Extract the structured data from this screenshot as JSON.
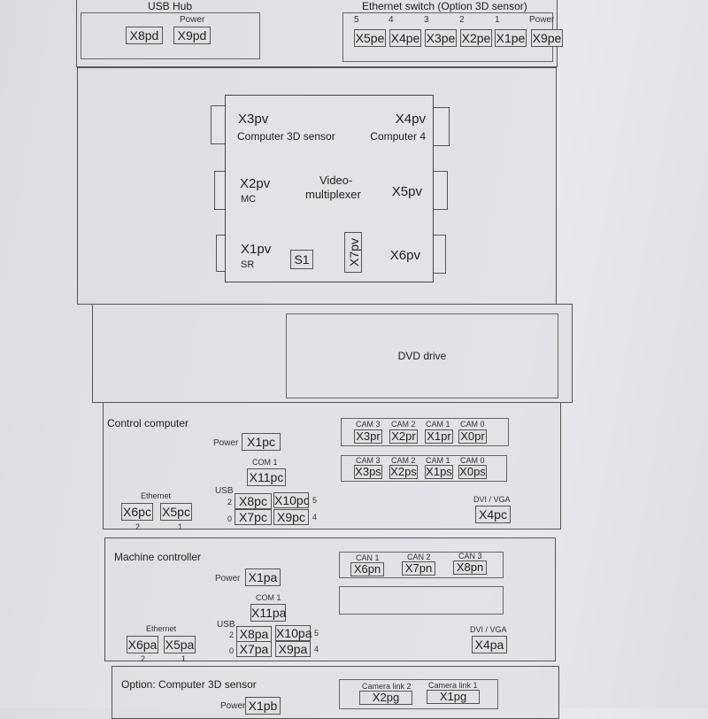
{
  "usb_hub": {
    "title": "USB Hub",
    "power_label": "Power",
    "connectors": [
      "X8pd",
      "X9pd"
    ]
  },
  "ethernet_switch": {
    "title": "Ethernet switch (Option 3D sensor)",
    "ports": [
      {
        "label": "5",
        "id": "X5pe"
      },
      {
        "label": "4",
        "id": "X4pe"
      },
      {
        "label": "3",
        "id": "X3pe"
      },
      {
        "label": "2",
        "id": "X2pe"
      },
      {
        "label": "1",
        "id": "X1pe"
      },
      {
        "label": "Power",
        "id": "X9pe"
      }
    ]
  },
  "video_multiplexer": {
    "title_line1": "Video-",
    "title_line2": "multiplexer",
    "x3": {
      "id": "X3pv",
      "desc": "Computer 3D sensor"
    },
    "x4": {
      "id": "X4pv",
      "desc": "Computer 4"
    },
    "x2": {
      "id": "X2pv",
      "desc": "MC"
    },
    "x5": {
      "id": "X5pv"
    },
    "x1": {
      "id": "X1pv",
      "desc": "SR"
    },
    "x6": {
      "id": "X6pv"
    },
    "s1": "S1",
    "x7": "X7pv"
  },
  "dvd": {
    "label": "DVD drive"
  },
  "control_computer": {
    "title": "Control computer",
    "power_label": "Power",
    "power": "X1pc",
    "com_label": "COM 1",
    "com": "X11pc",
    "usb_label": "USB",
    "usb": [
      {
        "num": "2",
        "id": "X8pc"
      },
      {
        "num": "5",
        "id": "X10pc"
      },
      {
        "num": "0",
        "id": "X7pc"
      },
      {
        "num": "4",
        "id": "X9pc"
      }
    ],
    "ethernet_label": "Ethernet",
    "ethernet": [
      {
        "id": "X6pc",
        "num": "2"
      },
      {
        "id": "X5pc",
        "num": "1"
      }
    ],
    "cam_row_r": [
      {
        "label": "CAM 3",
        "id": "X3pr"
      },
      {
        "label": "CAM 2",
        "id": "X2pr"
      },
      {
        "label": "CAM 1",
        "id": "X1pr"
      },
      {
        "label": "CAM 0",
        "id": "X0pr"
      }
    ],
    "cam_row_s": [
      {
        "label": "CAM 3",
        "id": "X3ps"
      },
      {
        "label": "CAM 2",
        "id": "X2ps"
      },
      {
        "label": "CAM 1",
        "id": "X1ps"
      },
      {
        "label": "CAM 0",
        "id": "X0ps"
      }
    ],
    "dvi_label": "DVI / VGA",
    "dvi": "X4pc"
  },
  "machine_controller": {
    "title": "Machine controller",
    "power_label": "Power",
    "power": "X1pa",
    "com_label": "COM 1",
    "com": "X11pa",
    "usb_label": "USB",
    "usb": [
      {
        "num": "2",
        "id": "X8pa"
      },
      {
        "num": "5",
        "id": "X10pa"
      },
      {
        "num": "0",
        "id": "X7pa"
      },
      {
        "num": "4",
        "id": "X9pa"
      }
    ],
    "ethernet_label": "Ethernet",
    "ethernet": [
      {
        "id": "X6pa",
        "num": "2"
      },
      {
        "id": "X5pa",
        "num": "1"
      }
    ],
    "can": [
      {
        "label": "CAN 1",
        "id": "X6pn"
      },
      {
        "label": "CAN 2",
        "id": "X7pn"
      },
      {
        "label": "CAN 3",
        "id": "X8pn"
      }
    ],
    "dvi_label": "DVI / VGA",
    "dvi": "X4pa"
  },
  "computer_3d_sensor": {
    "title": "Option: Computer 3D sensor",
    "power_label": "Power",
    "power": "X1pb",
    "camera_links": [
      {
        "label": "Camera link 2",
        "id": "X2pg"
      },
      {
        "label": "Camera link 1",
        "id": "X1pg"
      }
    ]
  }
}
